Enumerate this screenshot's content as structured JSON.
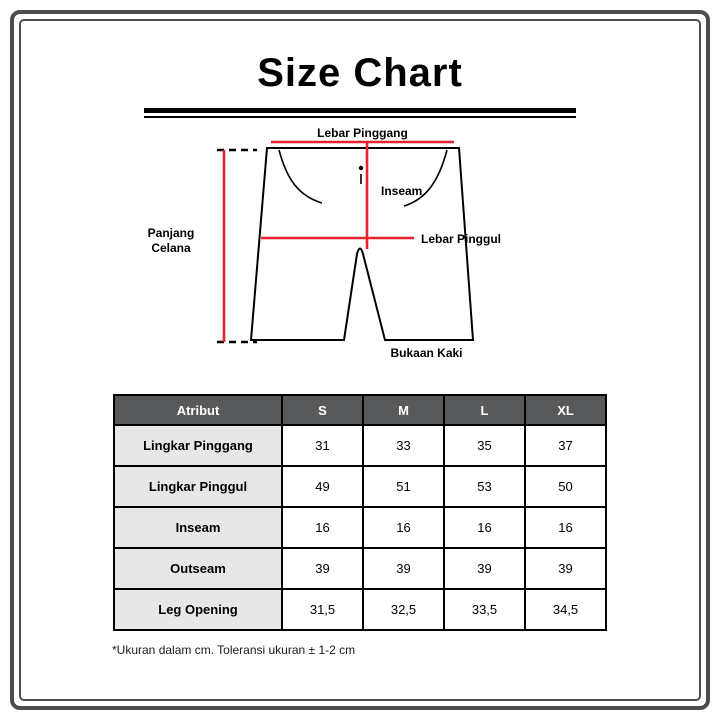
{
  "theme": {
    "accent_red": "#e8212e",
    "table_header_bg": "#58595b",
    "table_label_bg": "#e7e7e7",
    "frame_border": "#4d4d4d"
  },
  "page": {
    "title": "Size Chart",
    "footnote": "*Ukuran dalam cm. Toleransi ukuran ± 1-2 cm"
  },
  "diagram": {
    "labels": {
      "waist": "Lebar Pinggang",
      "length": "Panjang Celana",
      "inseam": "Inseam",
      "hip": "Lebar Pinggul",
      "leg_opening": "Bukaan Kaki"
    }
  },
  "table": {
    "headers": [
      "Atribut",
      "S",
      "M",
      "L",
      "XL"
    ],
    "rows": [
      {
        "label": "Lingkar Pinggang",
        "values": [
          "31",
          "33",
          "35",
          "37"
        ]
      },
      {
        "label": "Lingkar Pinggul",
        "values": [
          "49",
          "51",
          "53",
          "50"
        ]
      },
      {
        "label": "Inseam",
        "values": [
          "16",
          "16",
          "16",
          "16"
        ]
      },
      {
        "label": "Outseam",
        "values": [
          "39",
          "39",
          "39",
          "39"
        ]
      },
      {
        "label": "Leg Opening",
        "values": [
          "31,5",
          "32,5",
          "33,5",
          "34,5"
        ]
      }
    ]
  }
}
